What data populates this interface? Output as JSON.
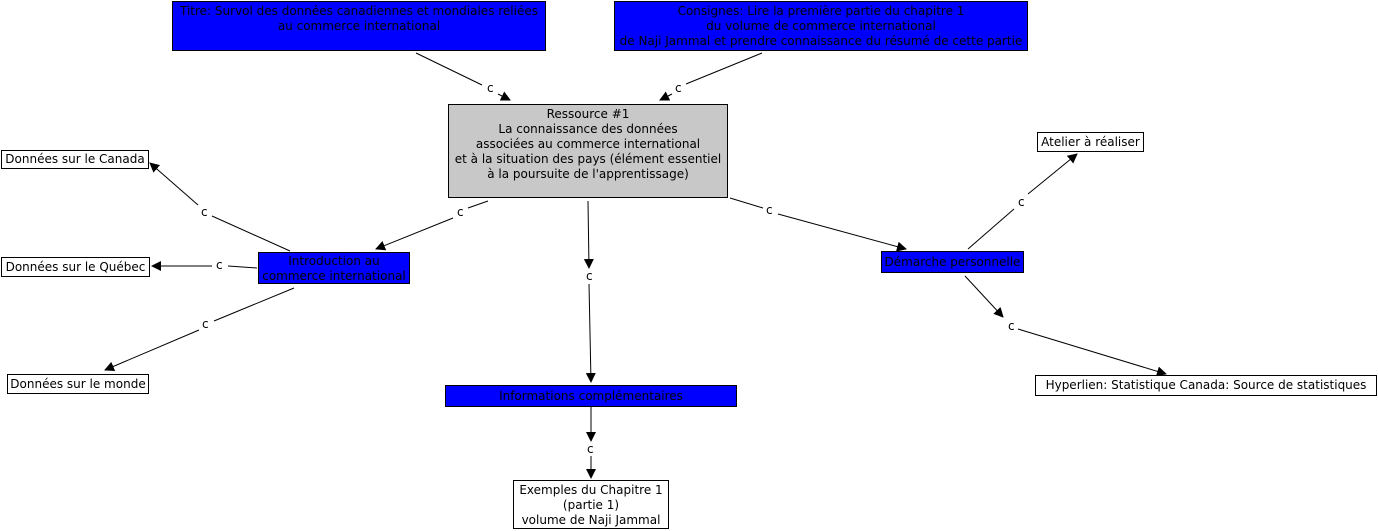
{
  "nodes": {
    "titre": "Titre: Survol des données canadiennes et mondiales reliées\nau commerce international",
    "consignes": "Consignes: Lire la première partie du chapitre 1\ndu volume de commerce international\nde Naji Jammal et prendre connaissance du résumé de cette partie",
    "ressource": "Ressource #1\nLa connaissance des données\nassociées au commerce international\net à la situation des pays (élément essentiel\nà la poursuite de l'apprentissage)",
    "canada": "Données sur le Canada",
    "quebec": "Données sur le Québec",
    "monde": "Données sur le monde",
    "introduction": "Introduction au\ncommerce international",
    "informations": "Informations complémentaires",
    "exemples": "Exemples du Chapitre 1\n(partie 1)\nvolume de Naji Jammal",
    "atelier": "Atelier à réaliser",
    "demarche": "Démarche personnelle",
    "hyperlien": "Hyperlien: Statistique Canada: Source de statistiques"
  },
  "edge_label": "c",
  "colors": {
    "blue_node": "#0000ff",
    "gray_node": "#c8c8c8",
    "white_node": "#ffffff"
  }
}
